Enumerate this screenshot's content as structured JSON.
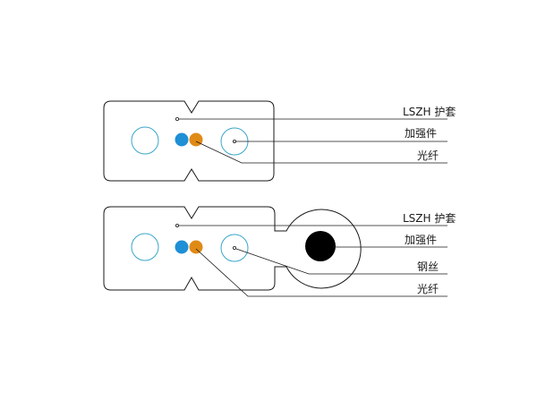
{
  "top_cable": {
    "labels": {
      "jacket": "LSZH 护套",
      "strength_member": "加强件",
      "fiber": "光纤"
    }
  },
  "bottom_cable": {
    "labels": {
      "jacket": "LSZH 护套",
      "strength_member": "加强件",
      "steel_wire": "钢丝",
      "fiber": "光纤"
    }
  },
  "colors": {
    "fiber_outline": "#3aa6c8",
    "strength_blue": "#1f8fd6",
    "strength_orange": "#e08a16",
    "steel_wire": "#000000",
    "line": "#1a1a1a"
  }
}
